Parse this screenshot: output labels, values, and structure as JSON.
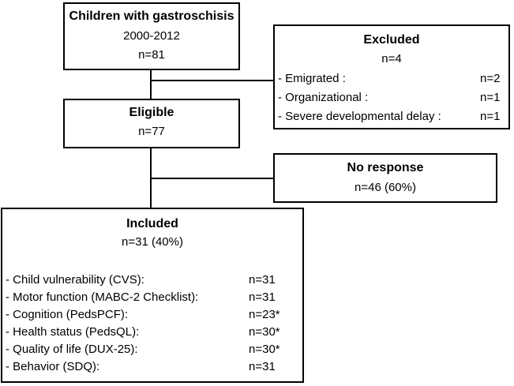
{
  "start": {
    "title": "Children with gastroschisis",
    "years": "2000-2012",
    "n": "n=81"
  },
  "excluded": {
    "title": "Excluded",
    "n": "n=4",
    "items": [
      {
        "label": "- Emigrated :",
        "n": "n=2"
      },
      {
        "label": "- Organizational :",
        "n": "n=1"
      },
      {
        "label": "- Severe developmental delay :",
        "n": "n=1"
      }
    ]
  },
  "eligible": {
    "title": "Eligible",
    "n": "n=77"
  },
  "no_response": {
    "title": "No response",
    "n": "n=46 (60%)"
  },
  "included": {
    "title": "Included",
    "n": "n=31 (40%)",
    "items": [
      {
        "label": "- Child vulnerability  (CVS):",
        "n": "n=31"
      },
      {
        "label": "- Motor function  (MABC-2 Checklist):",
        "n": "n=31"
      },
      {
        "label": "- Cognition (PedsPCF):",
        "n": "n=23*"
      },
      {
        "label": "- Health status  (PedsQL):",
        "n": "n=30*"
      },
      {
        "label": "- Quality of life  (DUX-25):",
        "n": "n=30*"
      },
      {
        "label": "- Behavior    (SDQ):",
        "n": "n=31"
      }
    ]
  }
}
